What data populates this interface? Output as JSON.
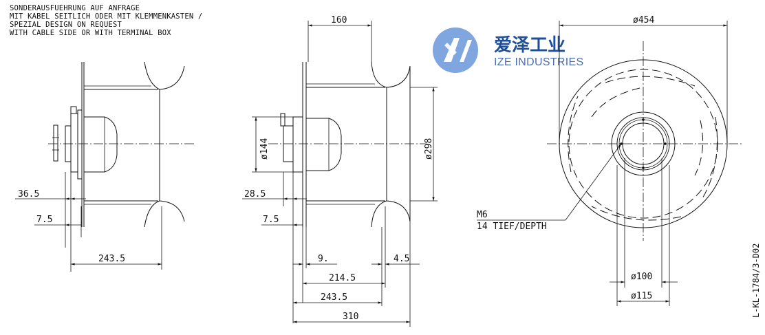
{
  "notes": {
    "line1": "SONDERAUSFUEHRUNG AUF ANFRAGE",
    "line2": "MIT KABEL SEITLICH ODER MIT KLEMMENKASTEN /",
    "line3": "SPEZIAL DESIGN ON REQUEST",
    "line4": "WITH CABLE SIDE OR WITH TERMINAL BOX"
  },
  "logo": {
    "chinese": "爱泽工业",
    "english": "IZE INDUSTRIES",
    "colors": {
      "blue": "#1f4f9a",
      "light_blue": "#7fa6df"
    }
  },
  "left_view": {
    "dim_365": "36.5",
    "dim_75": "7.5",
    "dim_2435": "243.5"
  },
  "side_view": {
    "dim_160": "160",
    "dim_144": "ø144",
    "dim_298": "ø298",
    "dim_285": "28.5",
    "dim_75": "7.5",
    "dim_9": "9.",
    "dim_45": "4.5",
    "dim_2145": "214.5",
    "dim_2435": "243.5",
    "dim_310": "310"
  },
  "front_view": {
    "dim_454": "ø454",
    "thread": "M6",
    "depth": "14 TIEF/DEPTH",
    "dim_100": "ø100",
    "dim_115": "ø115"
  },
  "drawing_id": "L-KL-1784/3-D02"
}
